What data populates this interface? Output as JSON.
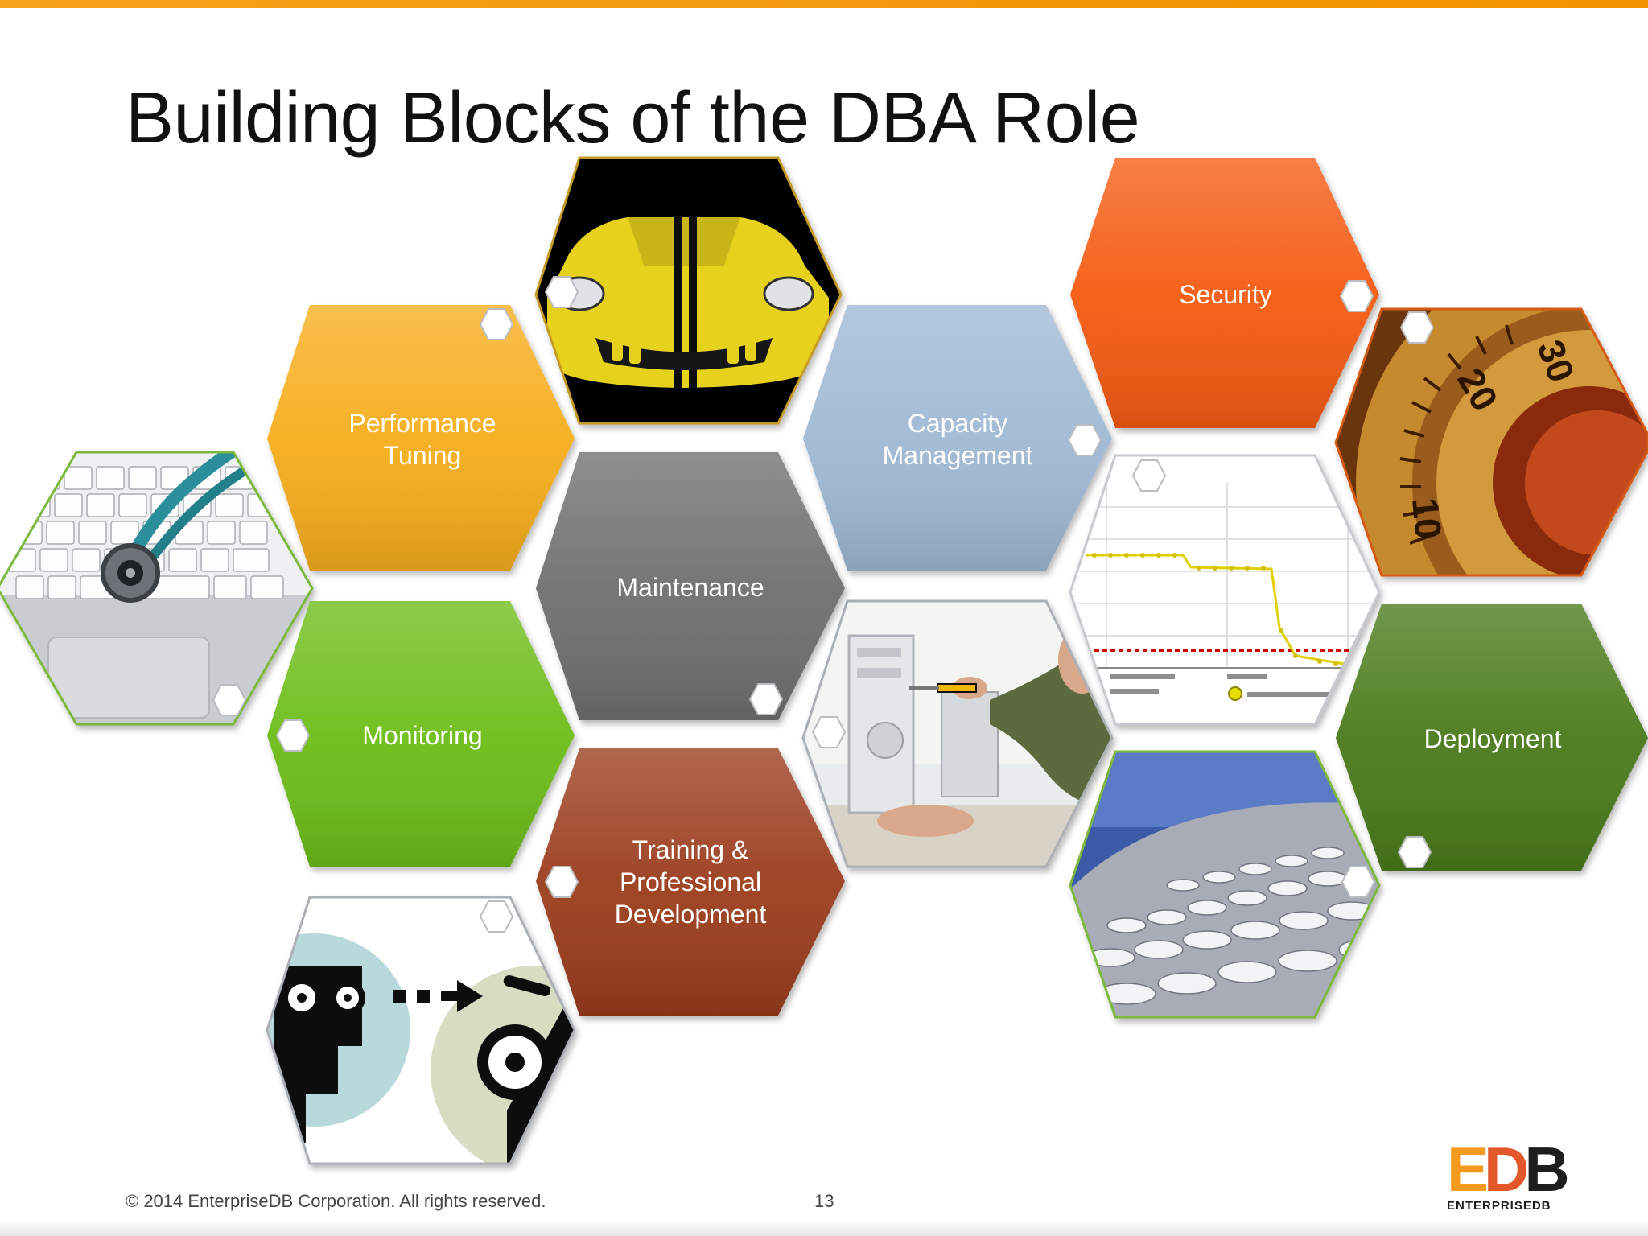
{
  "slide": {
    "title": "Building Blocks of the DBA Role",
    "page_number": "13",
    "copyright": "© 2014 EnterpriseDB Corporation. All rights reserved."
  },
  "logo": {
    "letters": "EDB",
    "subtitle": "ENTERPRISEDB",
    "colors": {
      "e": "#f39a1e",
      "d": "#e2582a",
      "b": "#1e1e1e"
    }
  },
  "tiles": {
    "performance_tuning": {
      "line1": "Performance",
      "line2": "Tuning",
      "color": "#f6ad1c"
    },
    "capacity_management": {
      "line1": "Capacity",
      "line2": "Management",
      "color": "#9fb8d4"
    },
    "security": {
      "line1": "Security",
      "color": "#f55a12"
    },
    "maintenance": {
      "line1": "Maintenance",
      "color": "#6f6f6f"
    },
    "monitoring": {
      "line1": "Monitoring",
      "color": "#6cbd18"
    },
    "deployment": {
      "line1": "Deployment",
      "color": "#4a7a1a"
    },
    "training": {
      "line1": "Training &",
      "line2": "Professional",
      "line3": "Development",
      "color": "#9a3c1c"
    }
  },
  "images": [
    {
      "name": "stethoscope-keyboard-image"
    },
    {
      "name": "sports-car-image"
    },
    {
      "name": "combination-lock-image"
    },
    {
      "name": "line-chart-image"
    },
    {
      "name": "technician-computer-image"
    },
    {
      "name": "disc-building-image"
    },
    {
      "name": "speech-heads-image"
    }
  ]
}
